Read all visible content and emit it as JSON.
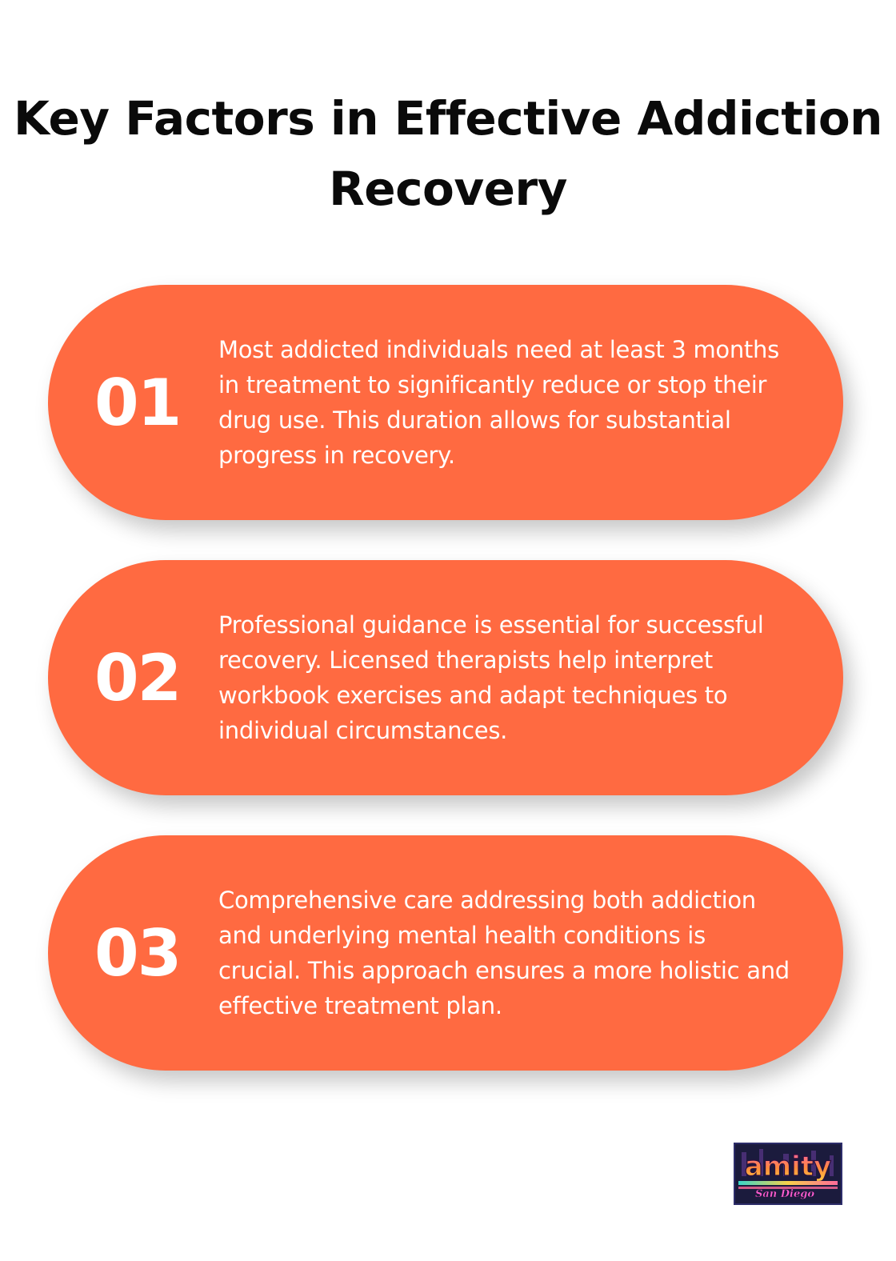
{
  "title": "Key Factors in Effective Addiction Recovery",
  "items": [
    {
      "number": "01",
      "text": "Most addicted individuals need at least 3 months in treatment to significantly reduce or stop their drug use. This duration allows for substantial progress in recovery."
    },
    {
      "number": "02",
      "text": "Professional guidance is essential for successful recovery. Licensed therapists help interpret workbook exercises and adapt techniques to individual circumstances."
    },
    {
      "number": "03",
      "text": "Comprehensive care addressing both addiction and underlying mental health conditions is crucial. This approach ensures a more holistic and effective treatment plan."
    }
  ],
  "logo": {
    "word": "amity",
    "script": "San Diego"
  },
  "colors": {
    "card": "#ff6a41",
    "title": "#0a0a0a",
    "text": "#ffffff"
  }
}
